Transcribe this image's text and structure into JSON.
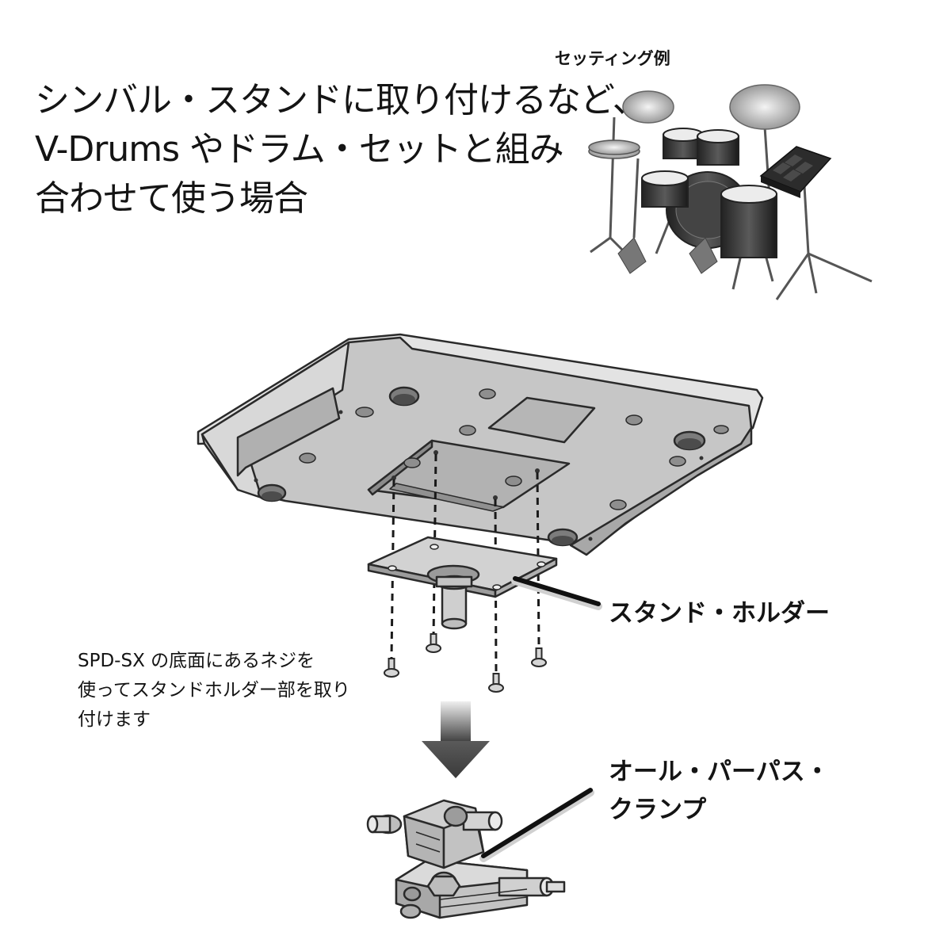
{
  "headline": {
    "lines": [
      "シンバル・スタンドに取り付けるなど、",
      "V-Drums やドラム・セットと組み",
      "合わせて使う場合"
    ]
  },
  "setting_example": {
    "caption": "セッティング例"
  },
  "labels": {
    "stand_holder": "スタンド・ホルダー",
    "clamp_lines": [
      "オール・パーパス・",
      "クランプ"
    ]
  },
  "note": {
    "lines": [
      "SPD-SX の底面にあるネジを",
      "使ってスタンドホルダー部を取り",
      "付けます"
    ]
  },
  "icons": {
    "drum_kit": "drum-kit-illustration",
    "device": "spd-sx-underside-illustration",
    "holder": "stand-holder-plate-illustration",
    "screws": "screw-icon",
    "arrow": "arrow-down-icon",
    "clamp": "all-purpose-clamp-illustration"
  },
  "colors": {
    "device_fill": "#c8c8c8",
    "device_stroke": "#2a2a2a",
    "arrow_dark": "#4a4a4a",
    "arrow_light": "#e6e6e6",
    "leader_line": "#111111"
  }
}
